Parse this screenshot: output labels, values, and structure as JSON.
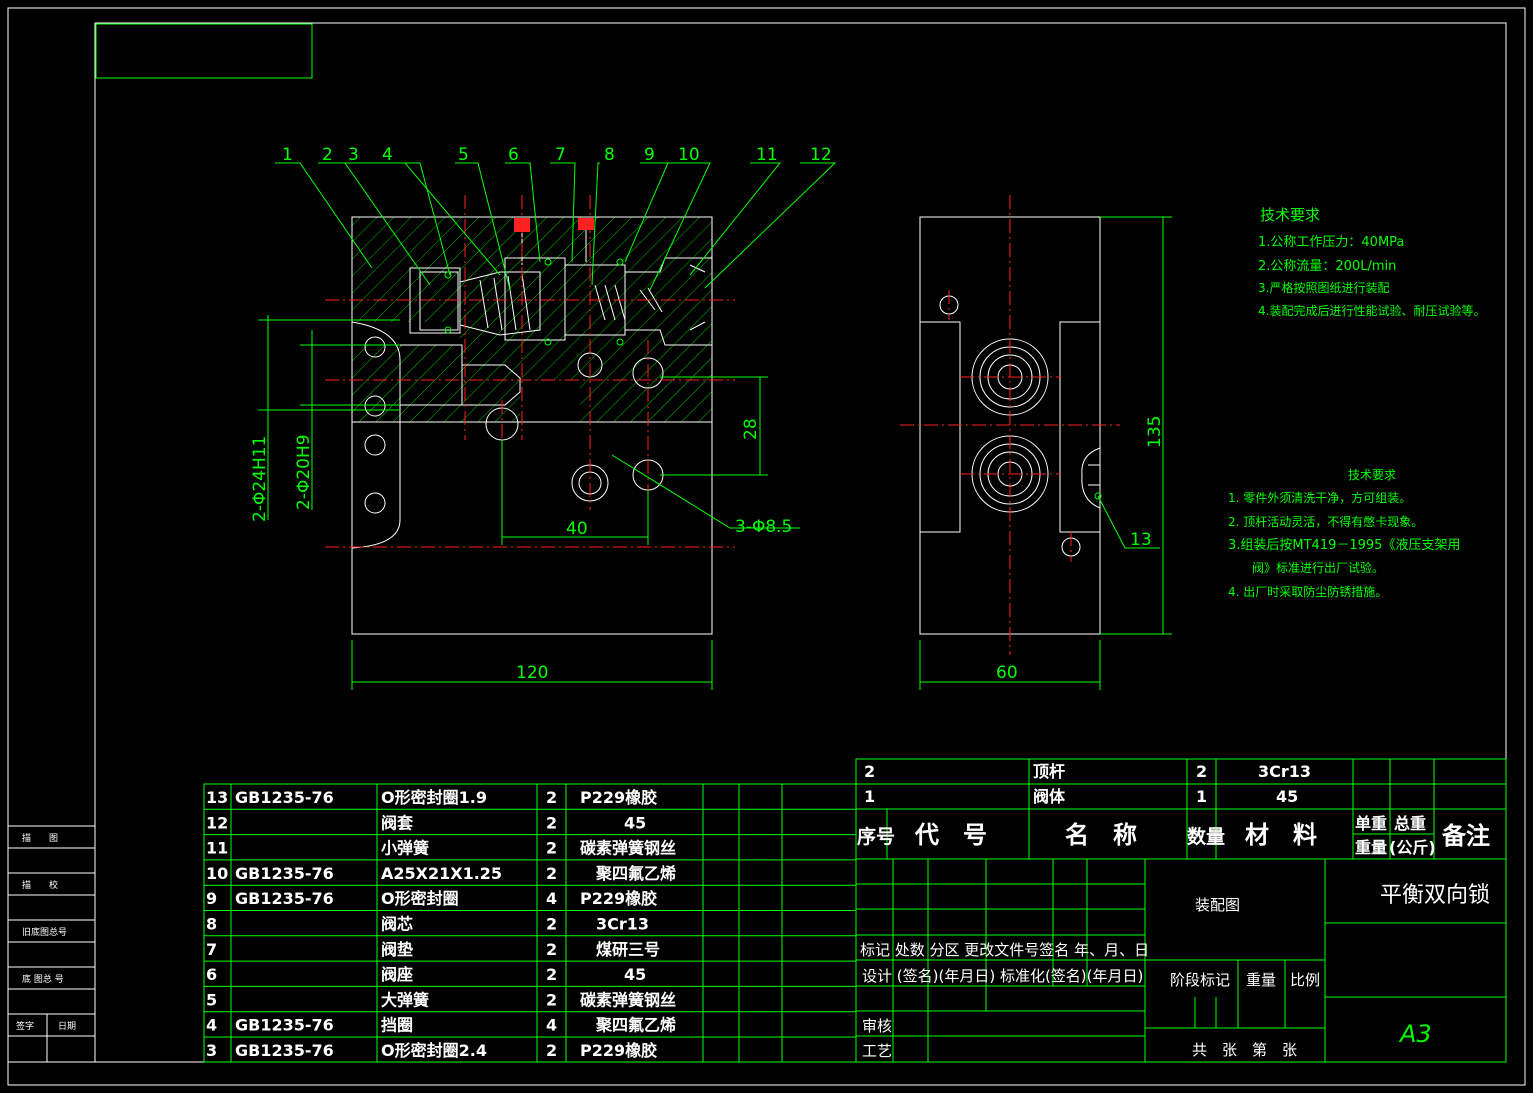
{
  "balloons": [
    "1",
    "2",
    "3",
    "4",
    "5",
    "6",
    "7",
    "8",
    "9",
    "10",
    "11",
    "12",
    "13"
  ],
  "dims": {
    "w120": "120",
    "w60": "60",
    "w40": "40",
    "h28": "28",
    "h135": "135",
    "d24": "2-Φ24H11",
    "d20": "2-Φ20H9",
    "holes": "3-Φ8.5"
  },
  "tech1": {
    "title": "技术要求",
    "items": [
      "1.公称工作压力：40MPa",
      "2.公称流量：200L/min",
      "3.严格按照图纸进行装配",
      "4.装配完成后进行性能试验、耐压试验等。"
    ]
  },
  "tech2": {
    "title": "技术要求",
    "items": [
      "1. 零件外须清洗干净，方可组装。",
      "2. 顶杆活动灵活，不得有憋卡现象。",
      "3.组装后按MT419－1995《液压支架用",
      "阀》标准进行出厂试验。",
      "4. 出厂时采取防尘防锈措施。"
    ]
  },
  "side_labels": [
    "描　　图",
    "描　　校",
    "旧底图总号",
    "底 图总 号",
    "签字",
    "日期"
  ],
  "bom_left": [
    {
      "no": "13",
      "code": "GB1235-76",
      "name": "O形密封圈1.9",
      "qty": "2",
      "mat": "P229橡胶"
    },
    {
      "no": "12",
      "code": "",
      "name": "阀套",
      "qty": "2",
      "mat": "45"
    },
    {
      "no": "11",
      "code": "",
      "name": "小弹簧",
      "qty": "2",
      "mat": "碳素弹簧钢丝"
    },
    {
      "no": "10",
      "code": "GB1235-76",
      "name": "A25X21X1.25",
      "qty": "2",
      "mat": "聚四氟乙烯"
    },
    {
      "no": "9",
      "code": "GB1235-76",
      "name": "O形密封圈",
      "qty": "4",
      "mat": "P229橡胶"
    },
    {
      "no": "8",
      "code": "",
      "name": "阀芯",
      "qty": "2",
      "mat": "3Cr13"
    },
    {
      "no": "7",
      "code": "",
      "name": "阀垫",
      "qty": "2",
      "mat": "煤研三号"
    },
    {
      "no": "6",
      "code": "",
      "name": "阀座",
      "qty": "2",
      "mat": "45"
    },
    {
      "no": "5",
      "code": "",
      "name": "大弹簧",
      "qty": "2",
      "mat": "碳素弹簧钢丝"
    },
    {
      "no": "4",
      "code": "GB1235-76",
      "name": "挡圈",
      "qty": "4",
      "mat": "聚四氟乙烯"
    },
    {
      "no": "3",
      "code": "GB1235-76",
      "name": "O形密封圈2.4",
      "qty": "2",
      "mat": "P229橡胶"
    }
  ],
  "bom_right": [
    {
      "no": "2",
      "name": "顶杆",
      "qty": "2",
      "mat": "3Cr13"
    },
    {
      "no": "1",
      "name": "阀体",
      "qty": "1",
      "mat": "45"
    }
  ],
  "bom_header": {
    "no": "序号",
    "code": "代　号",
    "name": "名　称",
    "qty": "数量",
    "mat": "材　料",
    "unit1": "单重",
    "total1": "总重",
    "unit2": "重量",
    "total2": "(公斤)",
    "note": "备注"
  },
  "title_block": {
    "drawing_type": "装配图",
    "title": "平衡双向锁",
    "row1": "标记  处数   分区   更改文件号签名  年、月、日",
    "row2": "设计 (签名)(年月日) 标准化(签名)(年月日)",
    "stage": "阶段标记",
    "weight": "重量",
    "scale": "比例",
    "review": "审核",
    "process": "工艺",
    "sheets": "共　张　第　张",
    "size": "A3"
  }
}
